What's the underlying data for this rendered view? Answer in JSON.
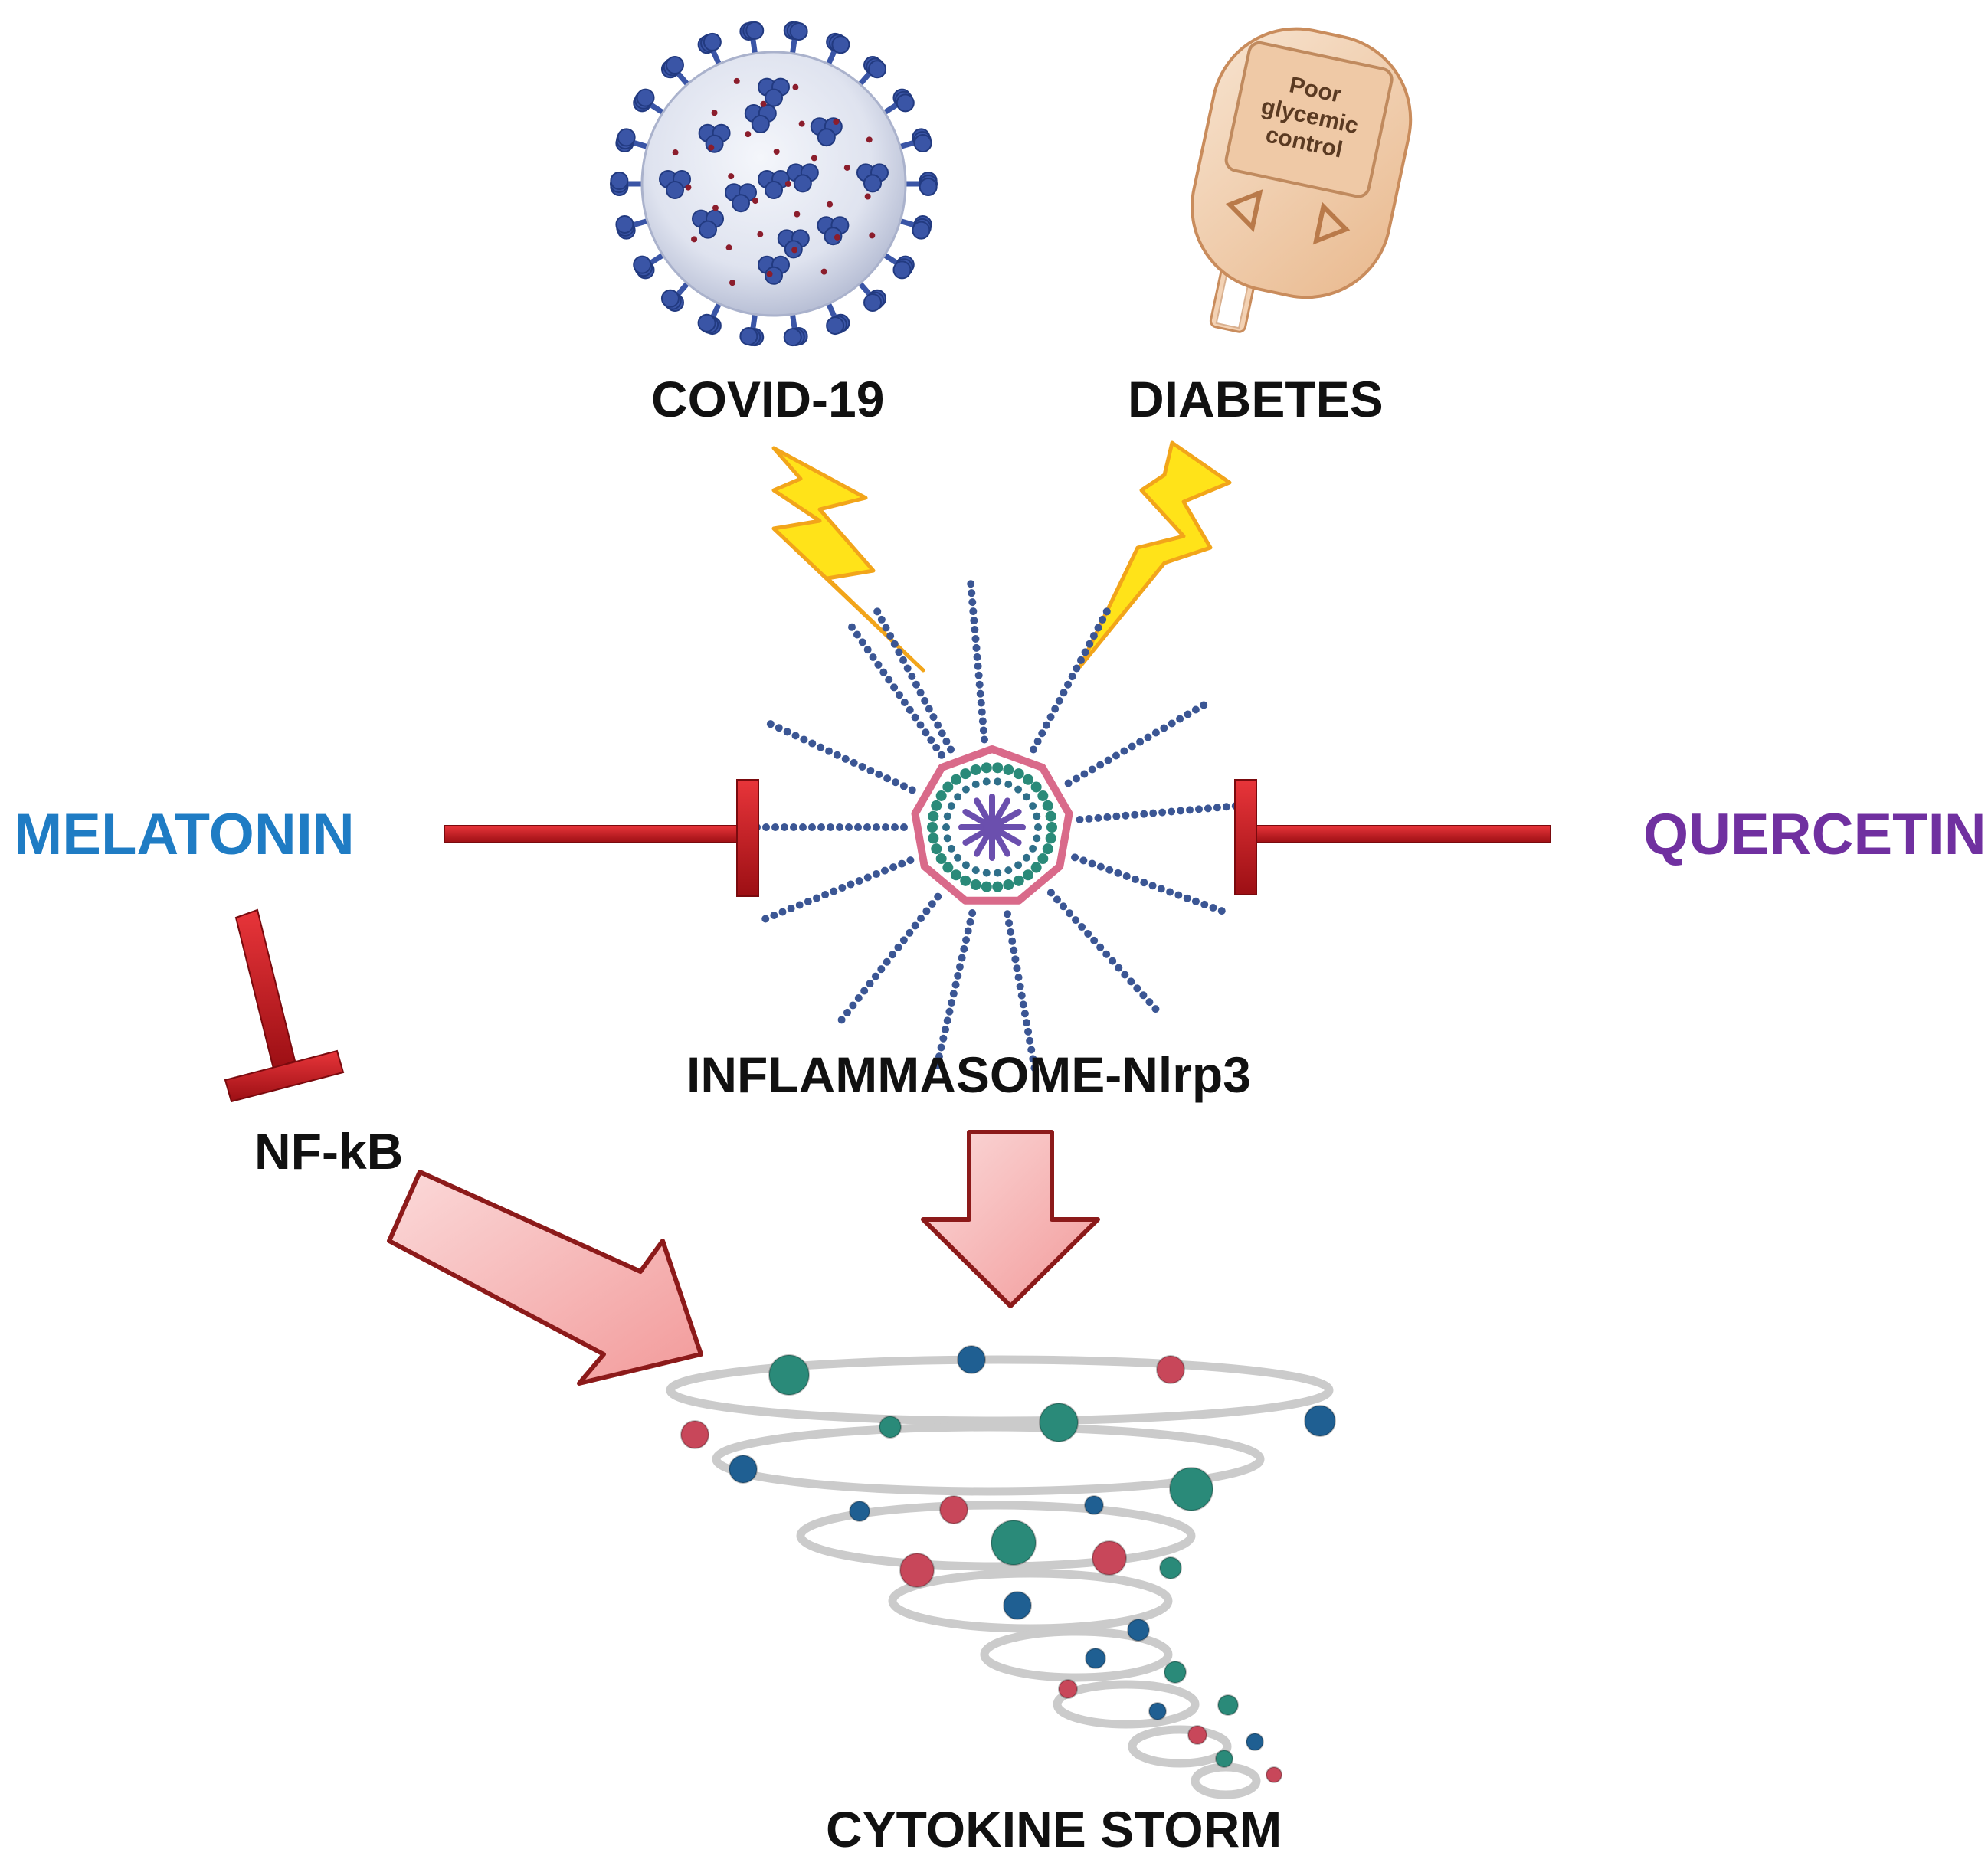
{
  "labels": {
    "covid": "COVID-19",
    "diabetes": "DIABETES",
    "melatonin": "MELATONIN",
    "quercetin": "QUERCETIN",
    "inflammasome": "INFLAMMASOME-Nlrp3",
    "nfkb": "NF-kB",
    "cytokine_storm": "CYTOKINE STORM"
  },
  "meter": {
    "line1": "Poor",
    "line2": "glycemic",
    "line3": "control"
  },
  "colors": {
    "melatonin": "#1f7cc4",
    "quercetin": "#7030a0",
    "inhibitor_red": "#c0161c",
    "lightning": "#ffe319",
    "virus_blue": "#3a55a6",
    "storm_teal": "#2a8a79",
    "storm_red": "#c8475a",
    "storm_blue": "#1f5f92"
  },
  "icons": [
    "virus-icon",
    "glucose-meter-icon",
    "lightning-icon",
    "inflammasome-icon",
    "inhibition-bar-icon",
    "block-arrow-icon",
    "tornado-icon"
  ]
}
